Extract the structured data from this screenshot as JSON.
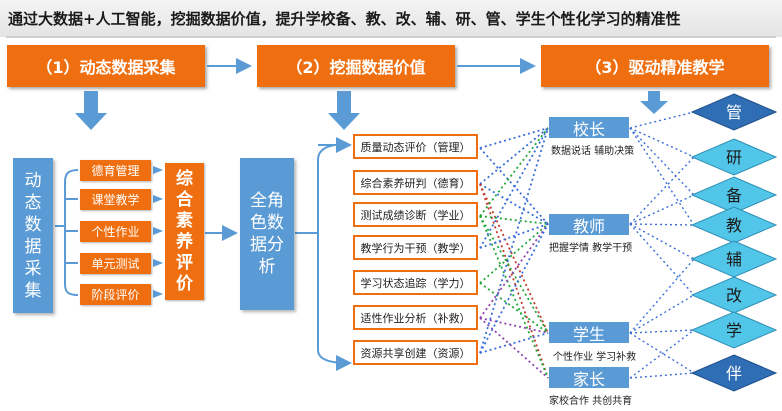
{
  "headline": "通过大数据+人工智能，挖掘数据价值，提升学校备、教、改、辅、研、管、学生个性化学习的精准性",
  "step_headers": [
    "（1）动态数据采集",
    "（2）挖掘数据价值",
    "（3）驱动精准教学"
  ],
  "collect": {
    "title": "动态数据采集",
    "items": [
      "德育管理",
      "课堂教学",
      "个性作业",
      "单元测试",
      "阶段评价"
    ],
    "summary": "综合素养评价"
  },
  "analysis": {
    "title": "全角色数据分析"
  },
  "indicators": [
    "质量动态评价（管理）",
    "综合素养研判（德育）",
    "测试成绩诊断（学业）",
    "教学行为干预（教学）",
    "学习状态追踪（学力）",
    "适性作业分析（补救）",
    "资源共享创建（资源）"
  ],
  "roles": [
    {
      "name": "校长",
      "sub": "数据说话  辅助决策"
    },
    {
      "name": "教师",
      "sub": "把握学情    教学干预"
    },
    {
      "name": "学生",
      "sub": "个性作业    学习补救"
    },
    {
      "name": "家长",
      "sub": "家校合作    共创共育"
    }
  ],
  "diamonds": [
    "管",
    "研",
    "备",
    "教",
    "辅",
    "改",
    "学",
    "伴"
  ],
  "colors": {
    "orange": "#ef6f10",
    "blue": "#5b9bd5",
    "diamond_dark": "#2f6eb5",
    "diamond_light": "#52c6e8",
    "line_blue": "#3a6fd8",
    "line_green": "#22a83a",
    "line_red": "#c0392b",
    "line_purple": "#8e44ad"
  }
}
